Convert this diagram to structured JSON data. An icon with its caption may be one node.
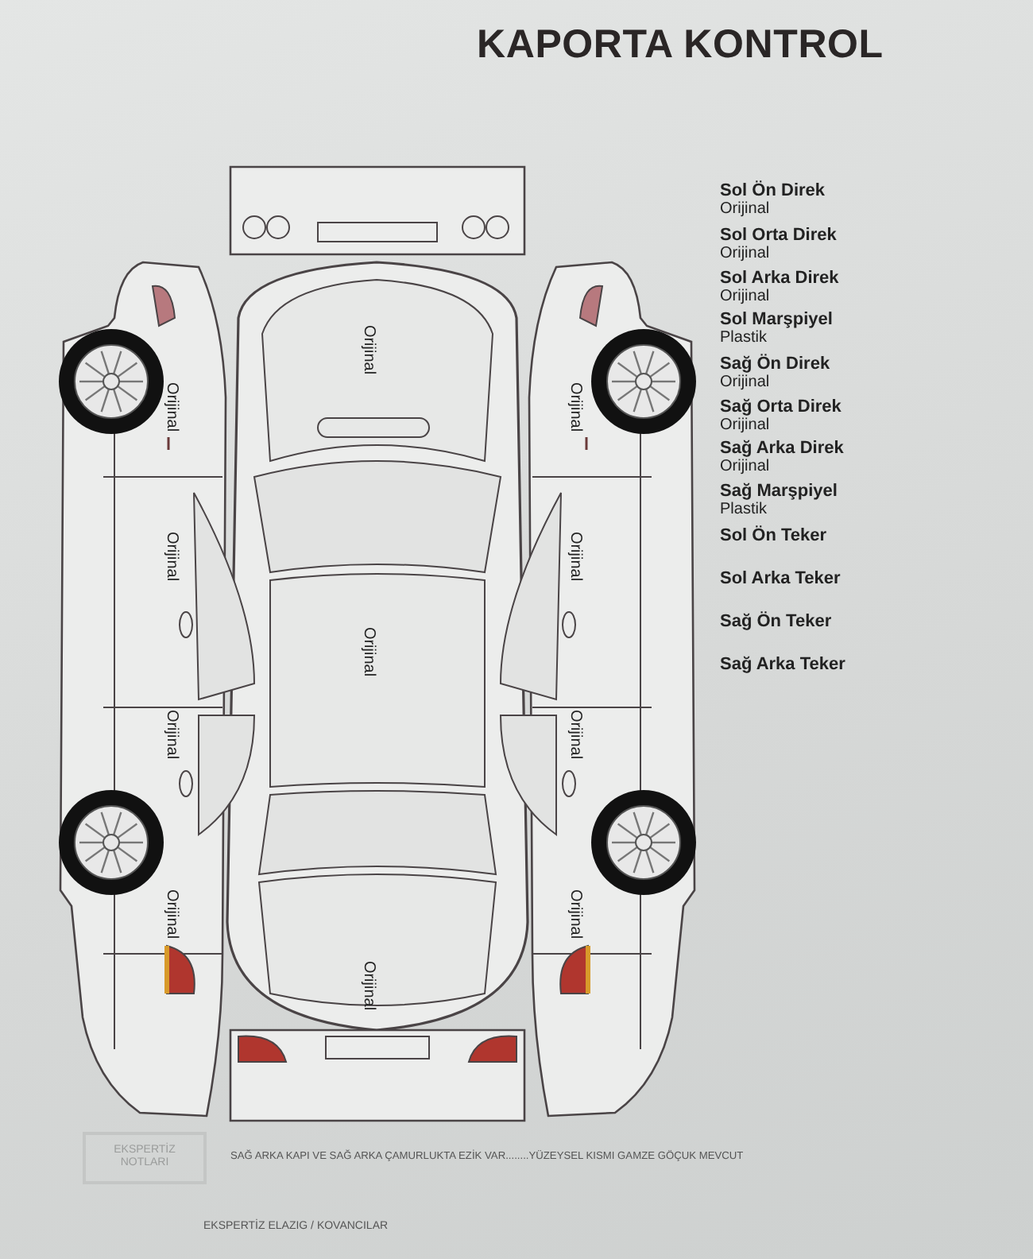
{
  "diagram": {
    "title": "KAPORTA KONTROL",
    "labels": [
      "Sol Ön Direk",
      "Orijinal",
      "Sol Orta Direk",
      "Orijinal",
      "Sol Arka Direk",
      "Orijinal",
      "Sol Marşpiyel",
      "Plastik",
      "Sağ Ön Direk",
      "Orijinal",
      "Sağ Orta Direk",
      "Orijinal",
      "Sağ Arka Direk",
      "Orijinal",
      "Sağ Marşpiyel",
      "Plastik",
      "Sol Ön Teker",
      "Sol Arka Teker",
      "Sağ Ön Teker",
      "Sağ Arka Teker",
      "Orijinal",
      "Orijinal",
      "Orijinal",
      "Orijinal",
      "Orijinal",
      "Orijinal",
      "Orijinal",
      "Orijinal",
      "Orijinal",
      "Orijinal",
      "Orijinal",
      "EKSPERTİZ NOTLARI",
      "SAĞ ARKA KAPI VE SAĞ ARKA ÇAMURLUKTA EZİK VAR........YÜZEYSEL KISMI GAMZE GÖÇUK MEVCUT",
      "EKSPERTİZ ELAZIG / KOVANCILAR"
    ]
  }
}
